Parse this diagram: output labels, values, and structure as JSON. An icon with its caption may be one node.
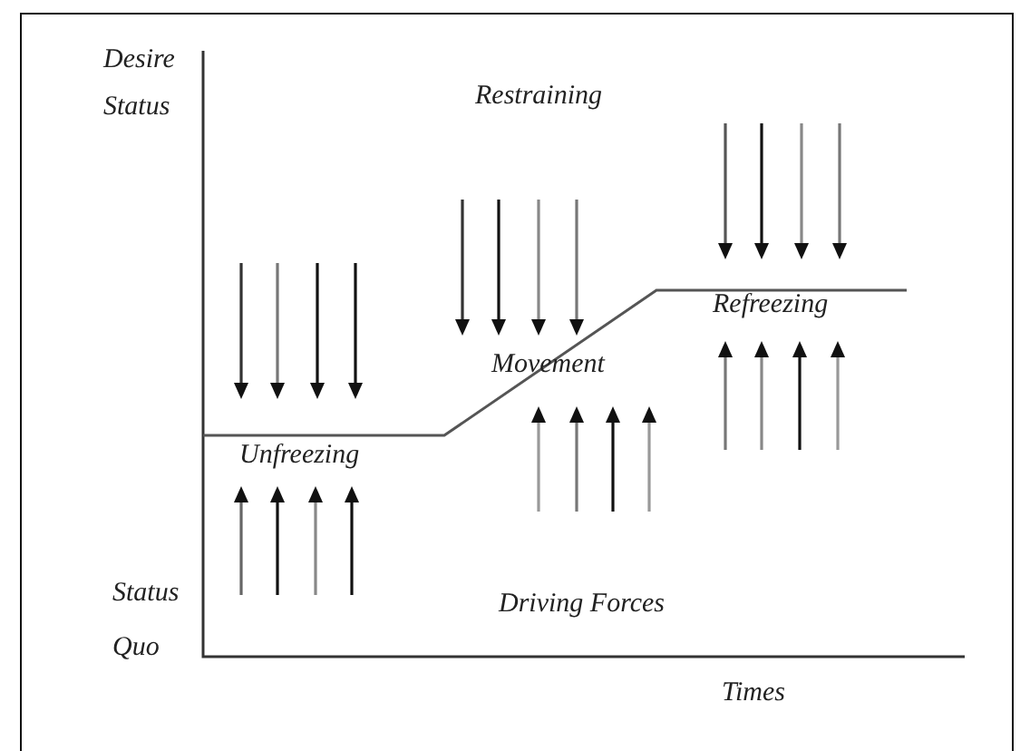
{
  "diagram": {
    "labels": [
      "Desire Status",
      "Restraining",
      "Refreezing",
      "Movement",
      "Unfreezing",
      "Status Quo",
      "Driving Forces",
      "Times"
    ]
  }
}
